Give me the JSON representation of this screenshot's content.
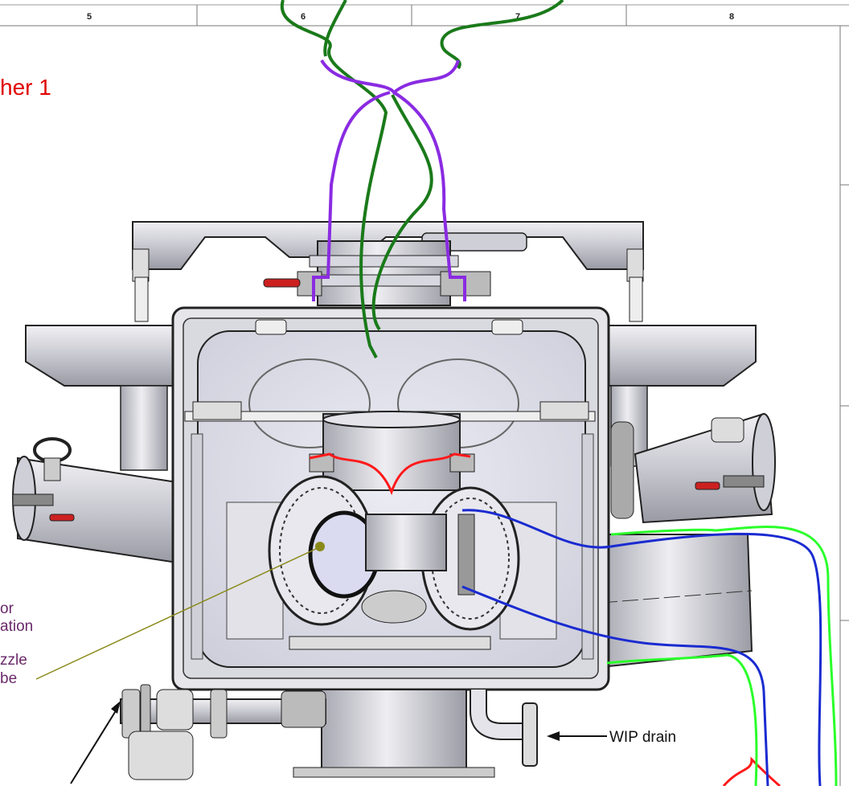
{
  "border": {
    "zones": [
      "5",
      "6",
      "7",
      "8"
    ]
  },
  "labels": {
    "title_fragment": "her 1",
    "left_line1": "or",
    "left_line2": "ation",
    "nozzle_line1": "zzle",
    "nozzle_line2": "be",
    "wip_drain": "WIP drain"
  },
  "colors": {
    "green_cable": "#1a7a1a",
    "purple_cable": "#8a2be2",
    "red_cable": "#ff1a1a",
    "blue_cable": "#1a2bd0",
    "lime_cable": "#2aff2a",
    "olive_leader": "#8a8a1a",
    "title_red": "#e00000",
    "left_text": "#6a2a6a"
  }
}
